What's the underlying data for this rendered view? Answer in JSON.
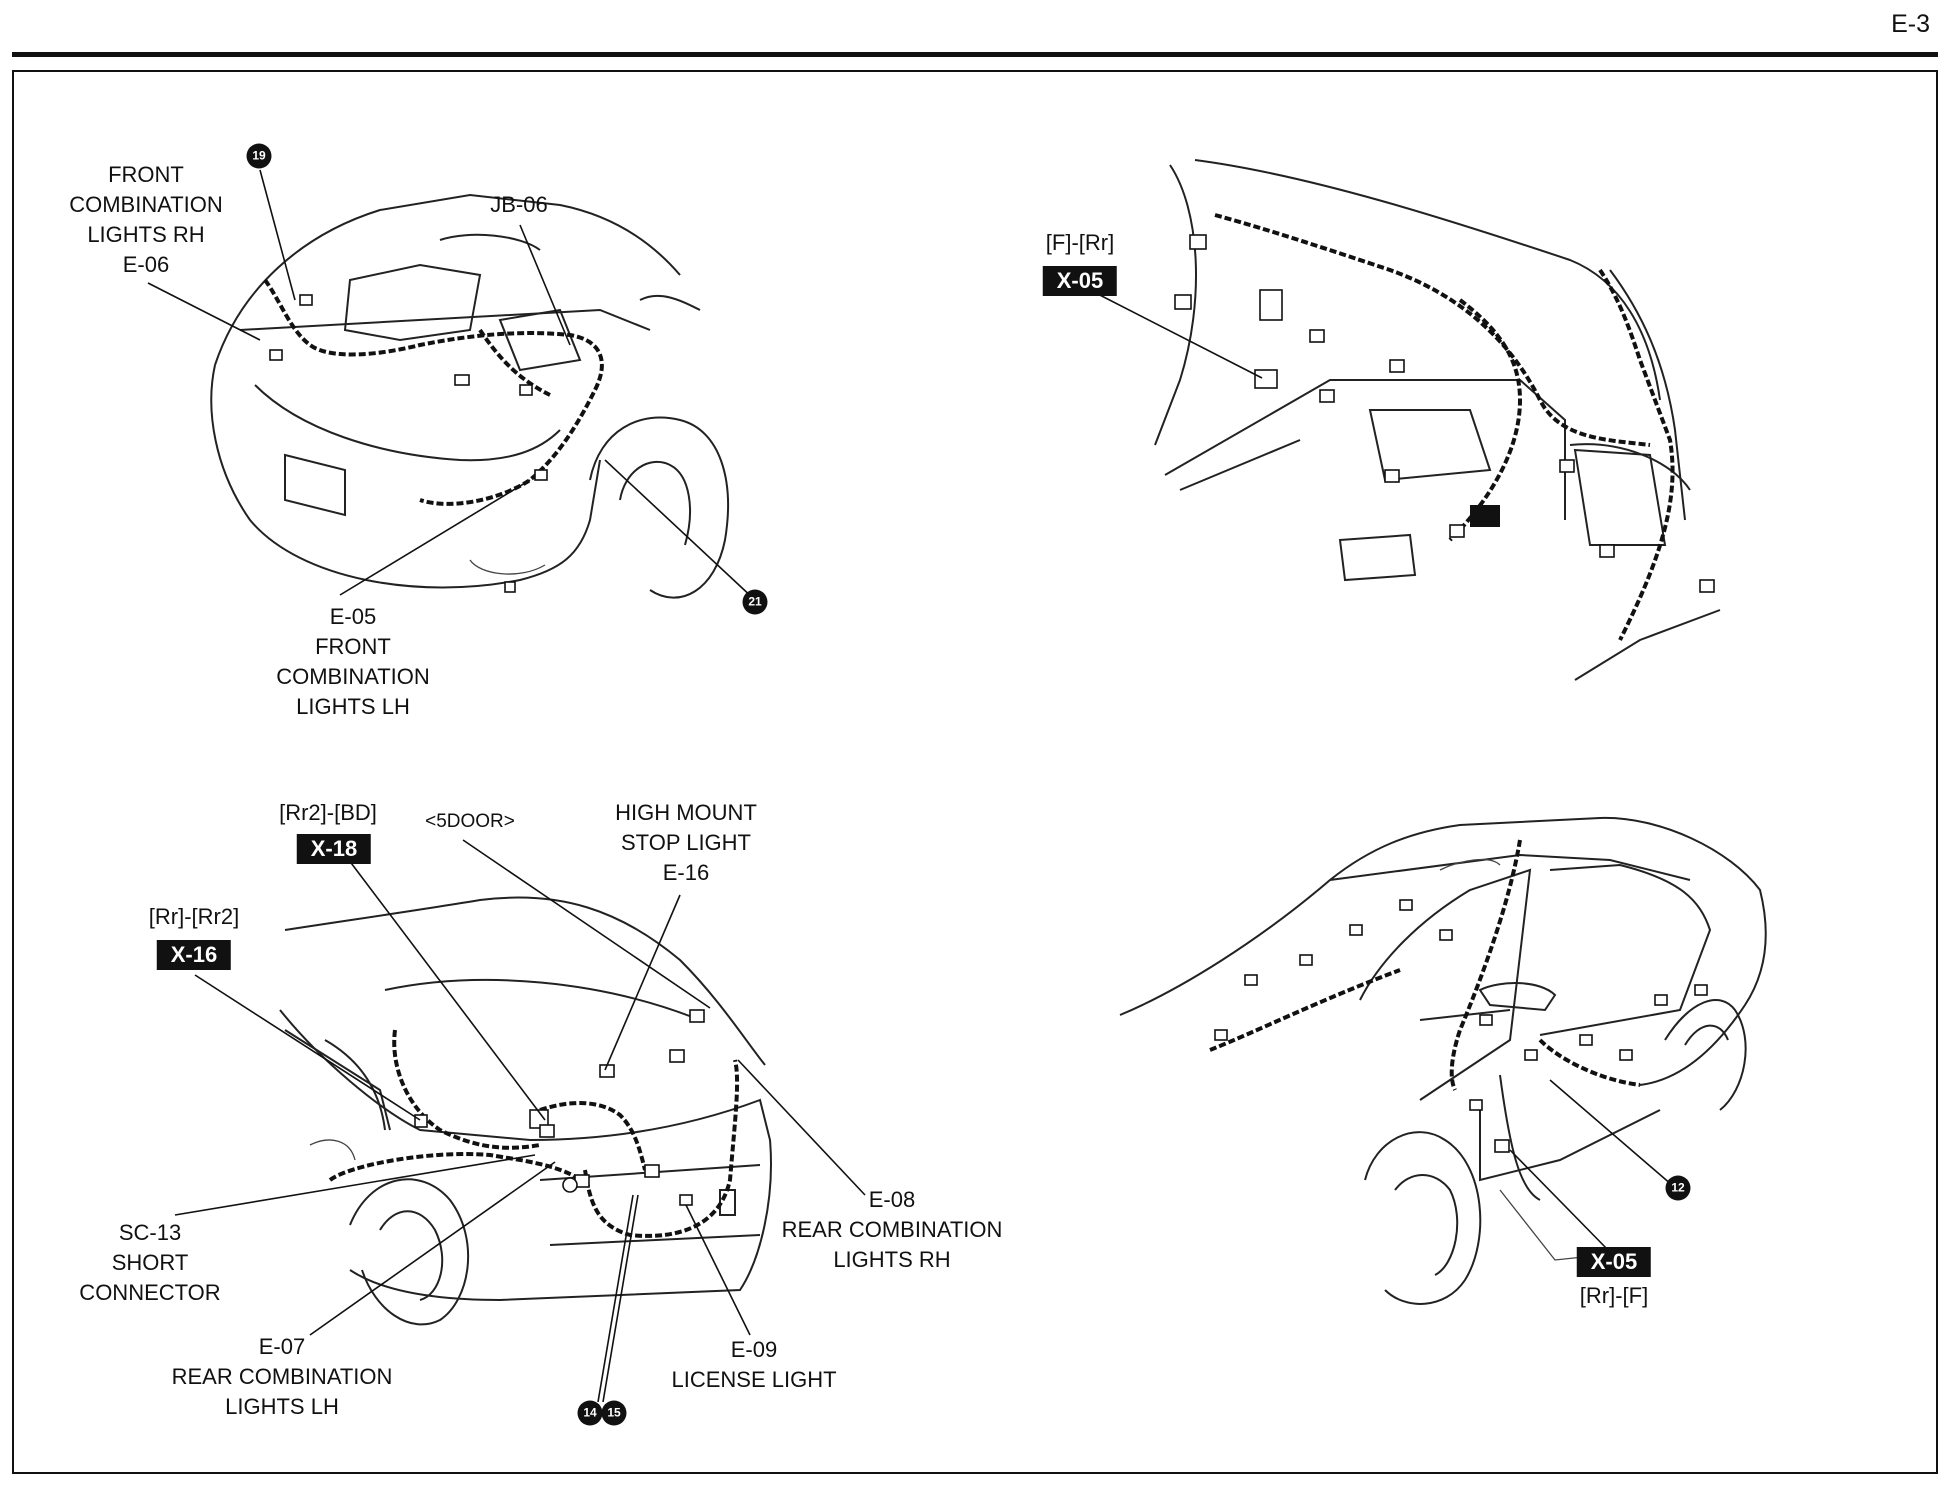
{
  "page_number": "E-3",
  "labels": {
    "front_rh": [
      "FRONT",
      "COMBINATION",
      "LIGHTS RH",
      "E-06"
    ],
    "jb06": [
      "JB-06"
    ],
    "front_lh": [
      "E-05",
      "FRONT",
      "COMBINATION",
      "LIGHTS LH"
    ],
    "f_rr_top": [
      "[F]-[Rr]"
    ],
    "rr2_bd": [
      "[Rr2]-[BD]"
    ],
    "five_door": [
      "<5DOOR>"
    ],
    "high_mount": [
      "HIGH MOUNT",
      "STOP LIGHT",
      "E-16"
    ],
    "rr_rr2": [
      "[Rr]-[Rr2]"
    ],
    "sc13": [
      "SC-13",
      "SHORT",
      "CONNECTOR"
    ],
    "rear_rh": [
      "E-08",
      "REAR COMBINATION",
      "LIGHTS RH"
    ],
    "rear_lh": [
      "E-07",
      "REAR COMBINATION",
      "LIGHTS LH"
    ],
    "license": [
      "E-09",
      "LICENSE LIGHT"
    ],
    "rr_f": [
      "[Rr]-[F]"
    ]
  },
  "codes": {
    "x05_top": "X-05",
    "x18": "X-18",
    "x16": "X-16",
    "x05_bottom": "X-05"
  },
  "markers": {
    "m19": "19",
    "m21": "21",
    "m14": "14",
    "m15": "15",
    "m12": "12"
  }
}
